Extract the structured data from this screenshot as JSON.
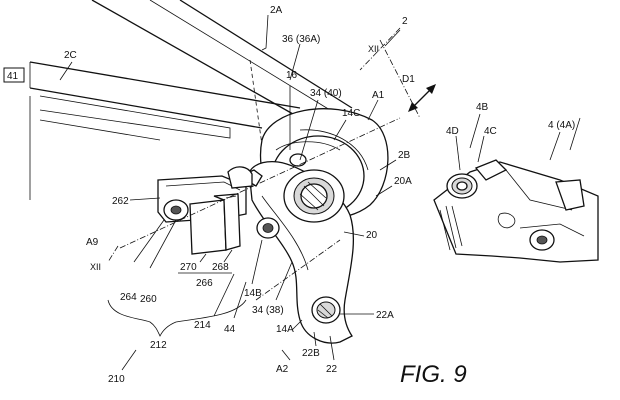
{
  "figure": {
    "caption": "FIG. 9",
    "labels": {
      "l_41": "41",
      "l_2A": "2A",
      "l_2": "2",
      "l_36_36A": "36 (36A)",
      "l_XII_top": "XII",
      "l_2C": "2C",
      "l_16": "16",
      "l_34_40": "34 (40)",
      "l_A1": "A1",
      "l_D1": "D1",
      "l_14C": "14C",
      "l_2B": "2B",
      "l_4B": "4B",
      "l_4_4A": "4 (4A)",
      "l_4D": "4D",
      "l_4C": "4C",
      "l_20A": "20A",
      "l_262": "262",
      "l_20": "20",
      "l_A9": "A9",
      "l_XII_bottom": "XII",
      "l_270": "270",
      "l_268": "268",
      "l_266": "266",
      "l_264": "264",
      "l_260": "260",
      "l_14B": "14B",
      "l_34_38": "34 (38)",
      "l_214": "214",
      "l_44": "44",
      "l_212": "212",
      "l_22A": "22A",
      "l_14A": "14A",
      "l_22B": "22B",
      "l_22": "22",
      "l_A2": "A2",
      "l_210": "210"
    }
  }
}
